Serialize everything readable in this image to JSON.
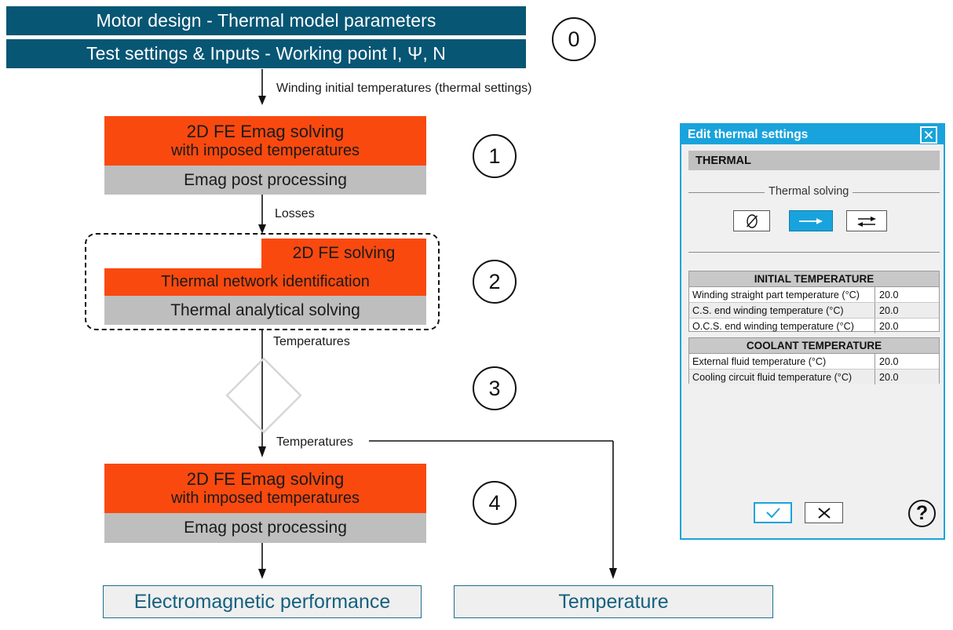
{
  "diagram": {
    "title_bars": [
      {
        "label": "Motor design - Thermal model parameters"
      },
      {
        "label": "Test settings & Inputs - Working point I, Ψ, N"
      }
    ],
    "steps": [
      {
        "number": "0"
      },
      {
        "number": "1"
      },
      {
        "number": "2"
      },
      {
        "number": "3"
      },
      {
        "number": "4"
      }
    ],
    "edge_labels": {
      "e0": "Winding initial temperatures (thermal settings)",
      "e1": "Losses",
      "e2": "Temperatures",
      "e3": "Temperatures"
    },
    "step1": {
      "top_line1": "2D FE Emag solving",
      "top_line2": "with imposed temperatures",
      "bottom": "Emag post processing"
    },
    "step2": {
      "top": "2D FE solving",
      "middle": "Thermal network identification",
      "bottom": "Thermal analytical solving"
    },
    "step4": {
      "top_line1": "2D FE Emag solving",
      "top_line2": "with imposed temperatures",
      "bottom": "Emag post processing"
    },
    "results": [
      {
        "label": "Electromagnetic performance"
      },
      {
        "label": "Temperature"
      }
    ],
    "colors": {
      "header_teal": "#075674",
      "solver_orange": "#F9490F",
      "post_grey": "#BEBEBE",
      "result_text": "#15607E",
      "result_border": "#1F6F8B"
    }
  },
  "dialog": {
    "title": "Edit thermal settings",
    "close_icon": "✕",
    "section_header": "THERMAL",
    "group_label": "Thermal solving",
    "solving_buttons": [
      {
        "icon": "∅",
        "name": "no-thermal-solving",
        "selected": false
      },
      {
        "icon": "→",
        "name": "one-way-thermal-solving",
        "selected": true
      },
      {
        "icon": "⇄",
        "name": "two-way-thermal-solving",
        "selected": false
      }
    ],
    "tables": [
      {
        "header": "INITIAL TEMPERATURE",
        "rows": [
          {
            "label": "Winding straight part temperature (°C)",
            "value": "20.0"
          },
          {
            "label": "C.S. end winding temperature (°C)",
            "value": "20.0"
          },
          {
            "label": "O.C.S. end winding temperature (°C)",
            "value": "20.0"
          }
        ]
      },
      {
        "header": "COOLANT TEMPERATURE",
        "rows": [
          {
            "label": "External fluid temperature (°C)",
            "value": "20.0"
          },
          {
            "label": "Cooling circuit fluid temperature (°C)",
            "value": "20.0"
          }
        ]
      }
    ],
    "footer": {
      "ok_icon": "✓",
      "cancel_icon": "✕",
      "help_icon": "?"
    },
    "colors": {
      "titlebar": "#19A3DC",
      "body": "#f0f0f0",
      "section": "#c0c0c0"
    }
  }
}
